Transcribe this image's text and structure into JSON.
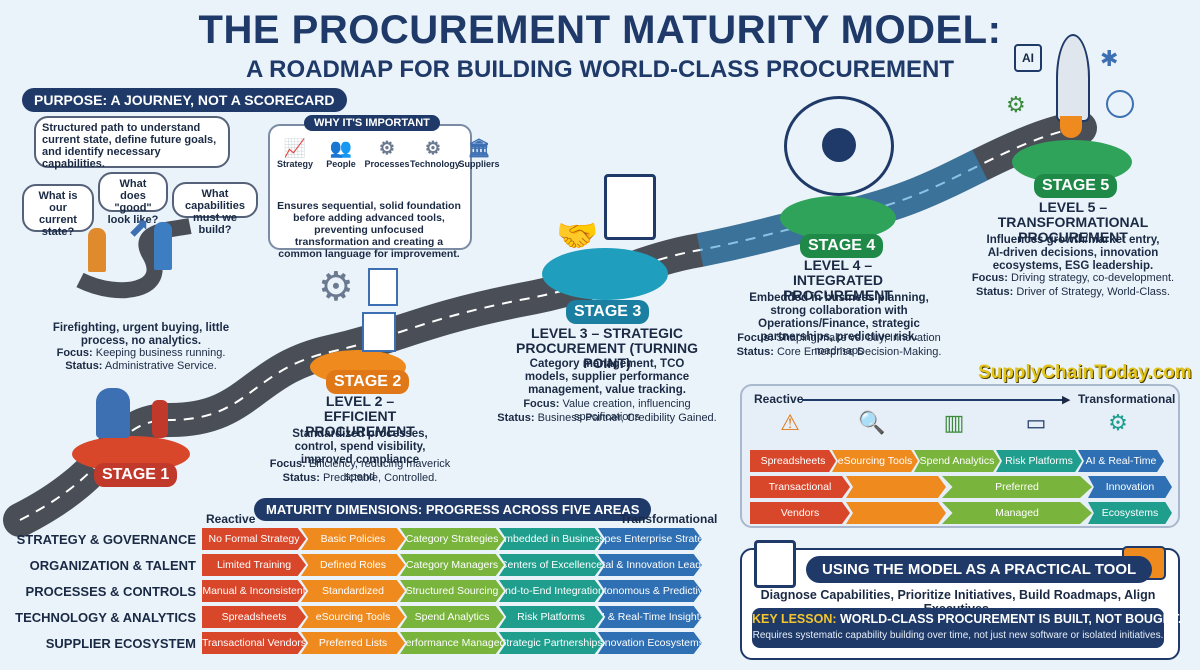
{
  "header": {
    "title": "THE PROCUREMENT MATURITY MODEL:",
    "subtitle": "A ROADMAP FOR BUILDING WORLD-CLASS PROCUREMENT"
  },
  "purpose": {
    "label": "PURPOSE: A JOURNEY, NOT A SCORECARD",
    "text": "Structured path to understand current state, define future goals, and identify necessary capabilities.",
    "q1": "What is our current state?",
    "q2": "What does \"good\" look like?",
    "q3": "What capabilities must we build?"
  },
  "why": {
    "label": "WHY IT'S IMPORTANT",
    "items": [
      "Strategy",
      "People",
      "Processes",
      "Technology",
      "Suppliers"
    ],
    "text": "Ensures sequential, solid foundation before adding advanced tools, preventing unfocused transformation and creating a common language for improvement."
  },
  "stages": [
    {
      "label": "STAGE 1",
      "desc": "Firefighting, urgent buying, little process, no analytics.",
      "focus_label": "Focus:",
      "focus": "Keeping business running.",
      "status_label": "Status:",
      "status": "Administrative Service."
    },
    {
      "label": "STAGE 2",
      "title": "LEVEL 2 – EFFICIENT PROCUREMENT",
      "desc": "Standardized processes, control, spend visibility, improved compliance",
      "focus_label": "Focus:",
      "focus": "Efficiency, reducing maverick spend",
      "status_label": "Status:",
      "status": "Predictable, Controlled."
    },
    {
      "label": "STAGE 3",
      "title": "LEVEL 3 – STRATEGIC PROCUREMENT (TURNING POINT)",
      "desc": "Category management, TCO models, supplier performance management, value tracking.",
      "focus_label": "Focus:",
      "focus": "Value creation, influencing specifications",
      "status_label": "Status:",
      "status": "Business Partner, Credibility Gained."
    },
    {
      "label": "STAGE 4",
      "title": "LEVEL 4 – INTEGRATED PROCUREMENT",
      "desc": "Embedded in business planning, strong collaboration with Operations/Finance, strategic partnerships, predictive risk.",
      "focus_label": "Focus:",
      "focus": "Shaping make vs. buy, Innovation roadmaps",
      "status_label": "Status:",
      "status": "Core Enterprise Decision-Making."
    },
    {
      "label": "STAGE 5",
      "title": "LEVEL 5 – TRANSFORMATIONAL PROCUREMENT",
      "desc": "Influences growth/market entry, AI-driven decisions, innovation ecosystems, ESG leadership.",
      "focus_label": "Focus:",
      "focus": "Driving strategy, co-development.",
      "status_label": "Status:",
      "status": "Driver of Strategy, World-Class."
    }
  ],
  "watermark": "SupplyChainToday.com",
  "ai_icon_text": "AI",
  "right_panel": {
    "reactive": "Reactive",
    "transformational": "Transformational",
    "tools": [
      "Spreadsheets",
      "eSourcing Tools",
      "Spend Analytics",
      "Risk Platforms",
      "AI & Real-Time"
    ],
    "row2": [
      "Transactional",
      "Preferred",
      "Innovation"
    ],
    "row3": [
      "Vendors",
      "Managed",
      "Ecosystems"
    ]
  },
  "dimensions": {
    "label": "MATURITY DIMENSIONS: PROGRESS ACROSS FIVE AREAS",
    "reactive": "Reactive",
    "transformational": "Transformational",
    "rows": [
      {
        "name": "STRATEGY & GOVERNANCE",
        "cells": [
          "No Formal Strategy",
          "Basic Policies",
          "Category Strategies",
          "Embedded in Business",
          "Shapes Enterprise Strategy"
        ]
      },
      {
        "name": "ORGANIZATION & TALENT",
        "cells": [
          "Limited Training",
          "Defined Roles",
          "Category Managers",
          "Centers of Excellence",
          "Digital & Innovation Leaders"
        ]
      },
      {
        "name": "PROCESSES & CONTROLS",
        "cells": [
          "Manual & Inconsistent",
          "Standardized",
          "Structured Sourcing",
          "End-to-End Integration",
          "Autonomous & Predictive"
        ]
      },
      {
        "name": "TECHNOLOGY & ANALYTICS",
        "cells": [
          "Spreadsheets",
          "eSourcing Tools",
          "Spend Analytics",
          "Risk Platforms",
          "AI & Real-Time Insights"
        ]
      },
      {
        "name": "SUPPLIER ECOSYSTEM",
        "cells": [
          "Transactional Vendors",
          "Preferred Lists",
          "Performance Managed",
          "Strategic Partnerships",
          "Innovation Ecosystems"
        ]
      }
    ]
  },
  "practical": {
    "label": "USING THE MODEL AS A PRACTICAL TOOL",
    "actions": "Diagnose Capabilities, Prioritize Initiatives, Build Roadmaps, Align Executives.",
    "lesson_label": "KEY LESSON:",
    "lesson": "WORLD-CLASS PROCUREMENT IS BUILT, NOT BOUGHT.",
    "lesson_note": "Requires systematic capability building over time, not just new software or isolated initiatives."
  },
  "colors": {
    "red": "#d9472b",
    "orange": "#ef8a1f",
    "green": "#79b43c",
    "teal": "#1f9e8e",
    "blue": "#2f6fb3",
    "navy": "#1f3a68"
  }
}
